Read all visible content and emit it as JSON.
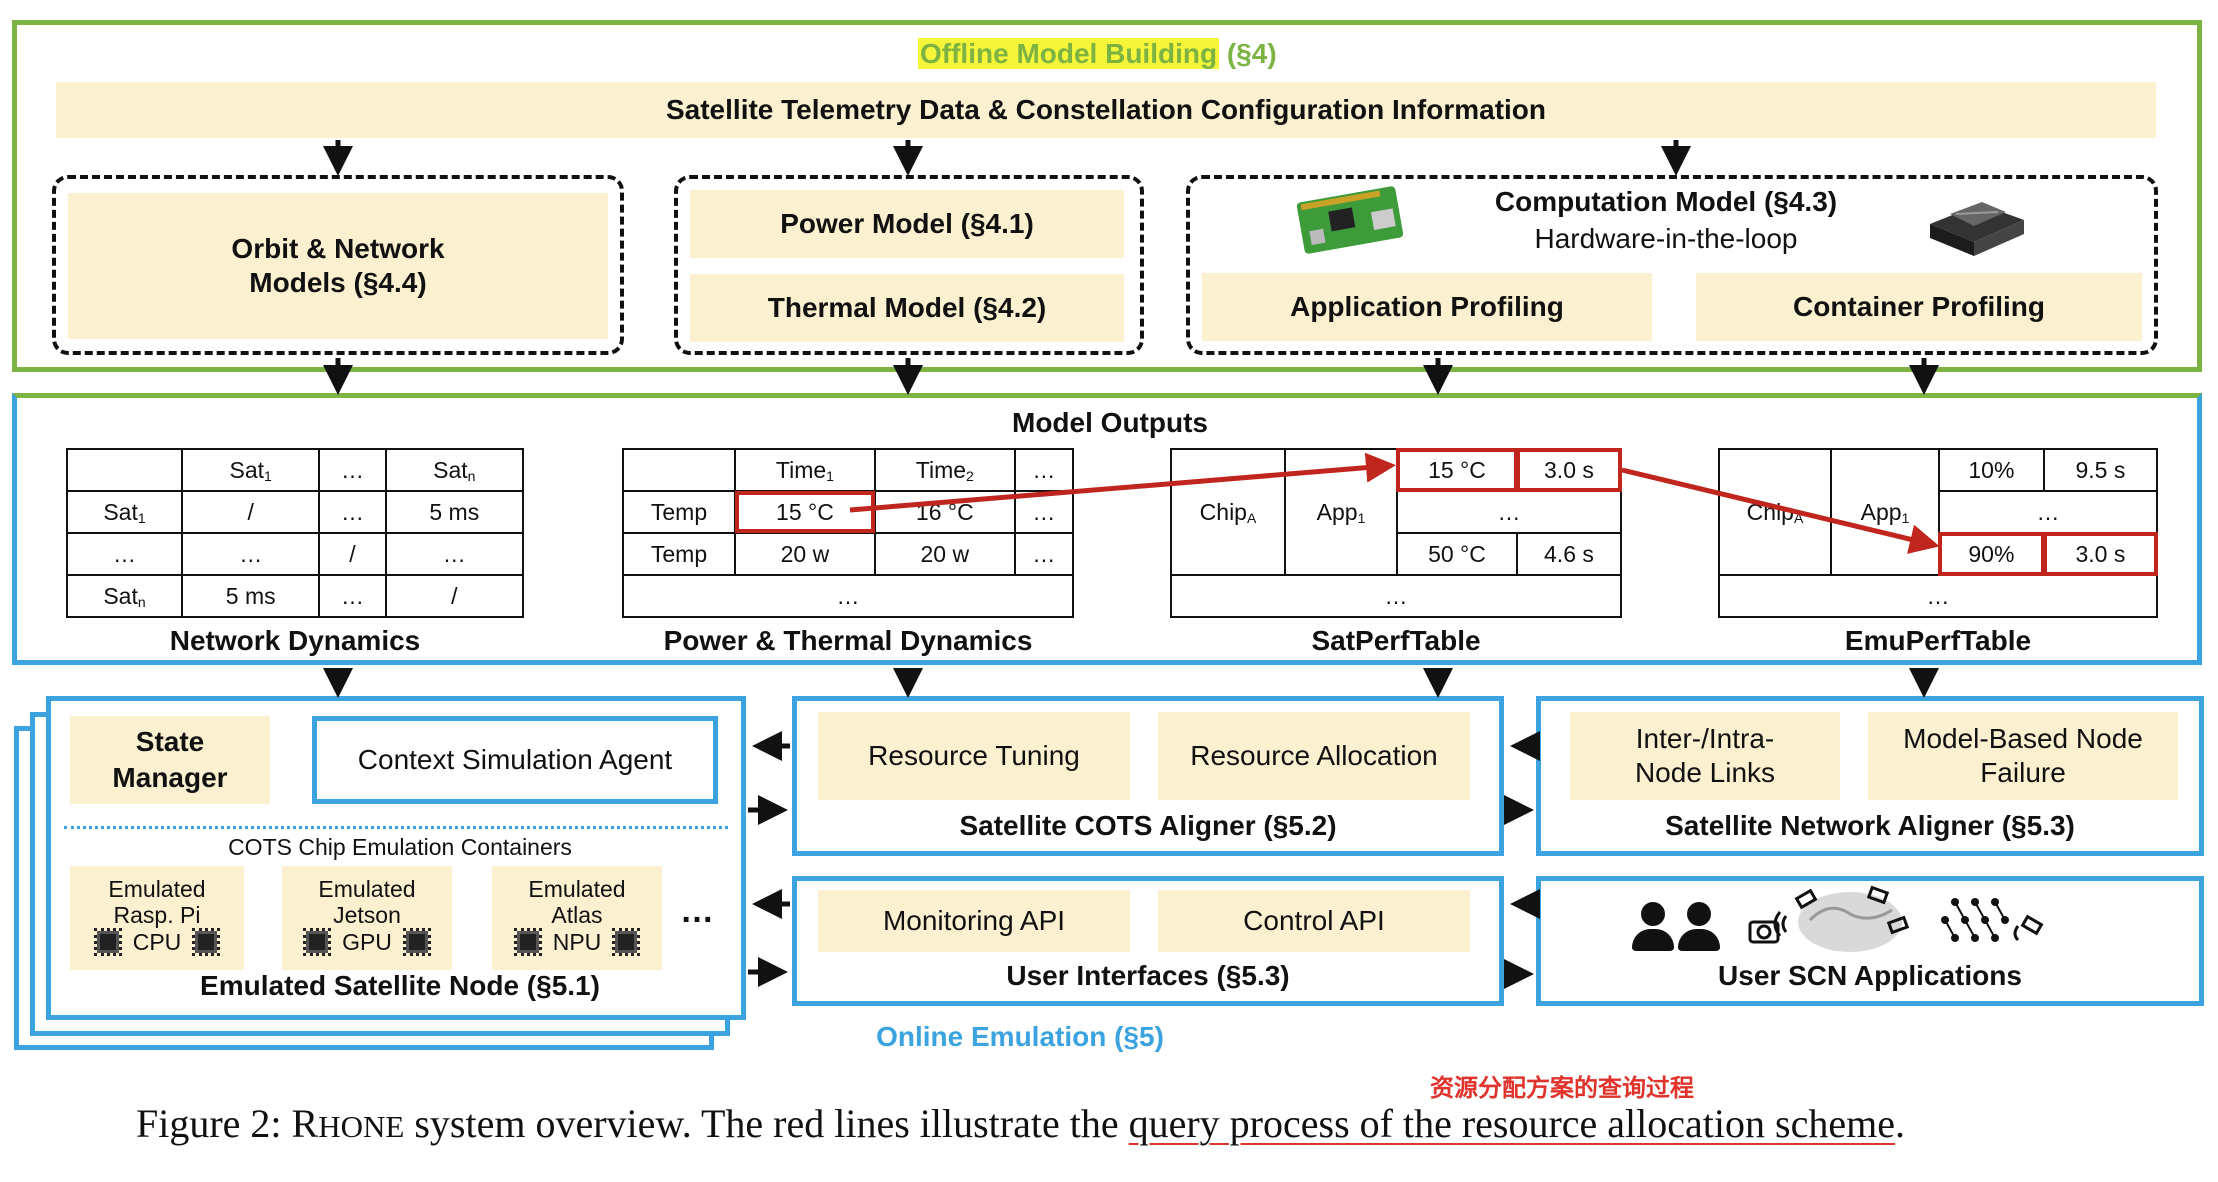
{
  "offline": {
    "title_highlight": "Offline Model Building",
    "title_ref": "(§4)",
    "telemetry_bar": "Satellite Telemetry Data & Constellation Configuration Information",
    "orbit_model": "Orbit & Network Models (§4.4)",
    "power_model": "Power Model (§4.1)",
    "thermal_model": "Thermal Model (§4.2)",
    "computation_title": "Computation Model (§4.3)",
    "computation_subtitle": "Hardware-in-the-loop",
    "app_profiling": "Application Profiling",
    "container_profiling": "Container Profiling"
  },
  "outputs": {
    "title": "Model Outputs",
    "network_label": "Network Dynamics",
    "power_label": "Power & Thermal Dynamics",
    "satperf_label": "SatPerfTable",
    "emuperf_label": "EmuPerfTable",
    "network_table": {
      "h1": "Sat",
      "h1_sub": "1",
      "h2": "…",
      "h3": "Sat",
      "h3_sub": "n",
      "r1_label": "Sat",
      "r1_sub": "1",
      "r1": [
        "/",
        "…",
        "5 ms"
      ],
      "r2_label": "…",
      "r2": [
        "…",
        "/",
        "…"
      ],
      "r3_label": "Sat",
      "r3_sub": "n",
      "r3": [
        "5 ms",
        "…",
        "/"
      ]
    },
    "power_table": {
      "h1": "Time",
      "h1_sub": "1",
      "h2": "Time",
      "h2_sub": "2",
      "h3": "…",
      "r1_label": "Temp",
      "r1": [
        "15 °C",
        "16 °C",
        "…"
      ],
      "r2_label": "Temp",
      "r2": [
        "20 w",
        "20 w",
        "…"
      ],
      "r3": "…"
    },
    "satperf_table": {
      "chip": "Chip",
      "chip_sub": "A",
      "app": "App",
      "app_sub": "1",
      "r1": [
        "15 °C",
        "3.0 s"
      ],
      "r2": "…",
      "r3": [
        "50 °C",
        "4.6 s"
      ],
      "r4": "…"
    },
    "emuperf_table": {
      "chip": "Chip",
      "chip_sub": "A",
      "app": "App",
      "app_sub": "1",
      "r1": [
        "10%",
        "9.5 s"
      ],
      "r2": "…",
      "r3": [
        "90%",
        "3.0 s"
      ],
      "r4": "…"
    }
  },
  "online": {
    "title": "Online Emulation (§5)",
    "state_manager": "State Manager",
    "context_agent": "Context Simulation Agent",
    "cots_containers": "COTS Chip Emulation Containers",
    "emulated": [
      {
        "line1": "Emulated",
        "line2": "Rasp. Pi",
        "line3": "CPU"
      },
      {
        "line1": "Emulated",
        "line2": "Jetson",
        "line3": "GPU"
      },
      {
        "line1": "Emulated",
        "line2": "Atlas",
        "line3": "NPU"
      }
    ],
    "ellipsis": "…",
    "node_label": "Emulated Satellite Node (§5.1)",
    "resource_tuning": "Resource Tuning",
    "resource_allocation": "Resource Allocation",
    "cots_aligner": "Satellite COTS Aligner (§5.2)",
    "inter_links": "Inter-/Intra- Node Links",
    "node_failure": "Model-Based Node Failure",
    "network_aligner": "Satellite Network Aligner (§5.3)",
    "monitoring_api": "Monitoring API",
    "control_api": "Control API",
    "user_interfaces": "User Interfaces (§5.3)",
    "user_apps": "User SCN Applications"
  },
  "caption": {
    "annotation": "资源分配方案的查询过程",
    "prefix": "Figure 2: R",
    "smallcaps": "HONE",
    "middle": " system overview. The red lines illustrate the ",
    "underlined": "query process of the resource allocation scheme",
    "suffix": "."
  },
  "colors": {
    "green_border": "#7cb342",
    "blue_border": "#3ba3e0",
    "cream": "#fbf0cf",
    "highlight_yellow": "#f5f53a",
    "query_red": "#c0261d"
  }
}
